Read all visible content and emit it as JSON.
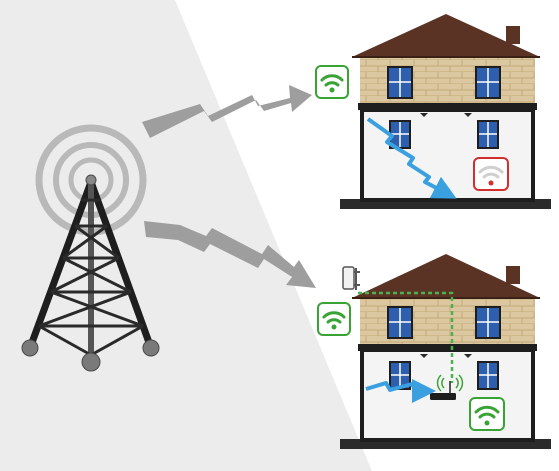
{
  "diagram": {
    "tower": {
      "icon": "cell-tower-icon"
    },
    "houses": [
      {
        "icon": "house-icon",
        "outside_signal": "strong",
        "inside_signal": "weak"
      },
      {
        "icon": "house-icon",
        "outside_signal": "strong",
        "inside_signal": "strong",
        "booster": "signal-booster-icon"
      }
    ],
    "colors": {
      "signal_good": "#3aa335",
      "signal_bad": "#d32f2f",
      "arrow_gray": "#9e9e9e",
      "signal_path_blue": "#3aa0e0",
      "roof": "#5b3324",
      "brick_wall": "#dcc8a0",
      "window_blue": "#2d5fae",
      "cable_green": "#4caf50"
    }
  }
}
